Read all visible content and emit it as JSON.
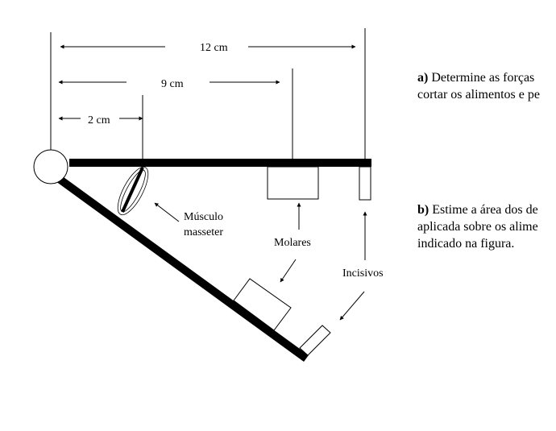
{
  "dimensions": {
    "total": "12 cm",
    "molars": "9 cm",
    "muscle": "2 cm"
  },
  "labels": {
    "muscle_line1": "Músculo",
    "muscle_line2": "masseter",
    "molars": "Molares",
    "incisors": "Incisivos"
  },
  "questions": {
    "a": {
      "letter": "a)",
      "line1": " Determine as forças",
      "line2": "cortar os alimentos e pe"
    },
    "b": {
      "letter": "b)",
      "line1": " Estime a área dos de",
      "line2": "aplicada sobre os alime",
      "line3": "indicado na figura."
    }
  }
}
